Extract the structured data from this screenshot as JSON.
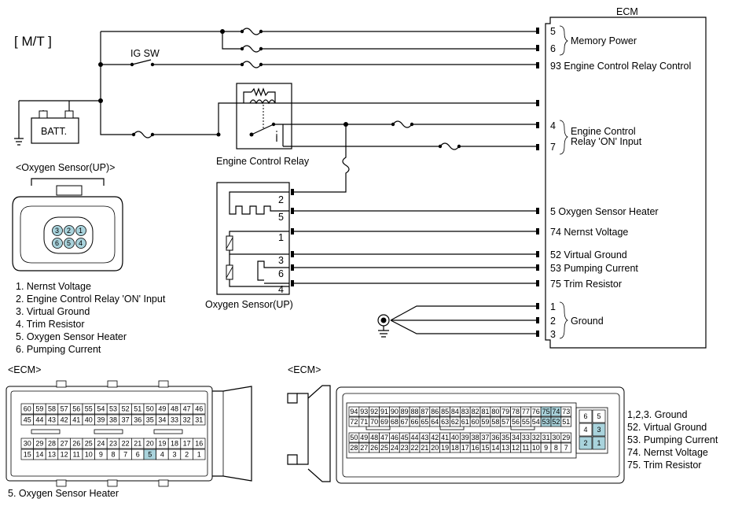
{
  "title": "[ M/T ]",
  "ecm": {
    "label": "ECM",
    "memory_power": "Memory Power",
    "pins_memory": [
      "5",
      "6"
    ],
    "engine_control_relay_control": "93 Engine Control Relay Control",
    "relay_on_input_pins": [
      "4",
      "7"
    ],
    "relay_on_input_line1": "Engine Control",
    "relay_on_input_line2": "Relay 'ON' Input",
    "sensor_pins": [
      "5 Oxygen Sensor Heater",
      "74 Nernst Voltage",
      "52 Virtual Ground",
      "53 Pumping Current",
      "75 Trim Resistor"
    ],
    "ground_pins": [
      "1",
      "2",
      "3"
    ],
    "ground_label": "Ground"
  },
  "ig_sw": "IG SW",
  "batt": "BATT.",
  "relay_label": "Engine Control Relay",
  "sensor_label": "Oxygen Sensor(UP)",
  "sensor_pin_numbers": [
    "2",
    "5",
    "1",
    "3",
    "6",
    "4"
  ],
  "connector_title": "<Oxygen Sensor(UP)>",
  "connector_pins_top": [
    "3",
    "2",
    "1"
  ],
  "connector_pins_bottom": [
    "6",
    "5",
    "4"
  ],
  "sensor_legend": [
    "1. Nernst Voltage",
    "2. Engine Control Relay 'ON' Input",
    "3. Virtual Ground",
    "4. Trim Resistor",
    "5. Oxygen Sensor Heater",
    "6. Pumping Current"
  ],
  "ecm_left_title": "<ECM>",
  "ecm_left_rows": [
    [
      "60",
      "59",
      "58",
      "57",
      "56",
      "55",
      "54",
      "53",
      "52",
      "51",
      "50",
      "49",
      "48",
      "47",
      "46"
    ],
    [
      "45",
      "44",
      "43",
      "42",
      "41",
      "40",
      "39",
      "38",
      "37",
      "36",
      "35",
      "34",
      "33",
      "32",
      "31"
    ],
    [
      "30",
      "29",
      "28",
      "27",
      "26",
      "25",
      "24",
      "23",
      "22",
      "21",
      "20",
      "19",
      "18",
      "17",
      "16"
    ],
    [
      "15",
      "14",
      "13",
      "12",
      "11",
      "10",
      "9",
      "8",
      "7",
      "6",
      "5",
      "4",
      "3",
      "2",
      "1"
    ]
  ],
  "ecm_left_caption": "5. Oxygen Sensor Heater",
  "ecm_right_title": "<ECM>",
  "ecm_right_rows": [
    [
      "94",
      "93",
      "92",
      "91",
      "90",
      "89",
      "88",
      "87",
      "86",
      "85",
      "84",
      "83",
      "82",
      "81",
      "80",
      "79",
      "78",
      "77",
      "76",
      "75",
      "74",
      "73"
    ],
    [
      "72",
      "71",
      "70",
      "69",
      "68",
      "67",
      "66",
      "65",
      "64",
      "63",
      "62",
      "61",
      "60",
      "59",
      "58",
      "57",
      "56",
      "55",
      "54",
      "53",
      "52",
      "51"
    ],
    [
      "50",
      "49",
      "48",
      "47",
      "46",
      "45",
      "44",
      "43",
      "42",
      "41",
      "40",
      "39",
      "38",
      "37",
      "36",
      "35",
      "34",
      "33",
      "32",
      "31",
      "30",
      "29"
    ],
    [
      "28",
      "27",
      "26",
      "25",
      "24",
      "23",
      "22",
      "21",
      "20",
      "19",
      "18",
      "17",
      "16",
      "15",
      "14",
      "13",
      "12",
      "11",
      "10",
      "9",
      "8",
      "7"
    ]
  ],
  "ecm_right_small": [
    [
      "6",
      "5"
    ],
    [
      "4",
      "3"
    ],
    [
      "2",
      "1"
    ]
  ],
  "ecm_right_legend": [
    "1,2,3. Ground",
    "52. Virtual Ground",
    "53. Pumping Current",
    "74. Nernst Voltage",
    "75. Trim Resistor"
  ],
  "highlight_pins_left": [
    "5"
  ],
  "highlight_pins_right": [
    "75",
    "74",
    "53",
    "52"
  ],
  "highlight_pins_small": [
    "3",
    "2",
    "1"
  ],
  "colors": {
    "highlight": "#a9d3dc",
    "line": "#000000"
  }
}
